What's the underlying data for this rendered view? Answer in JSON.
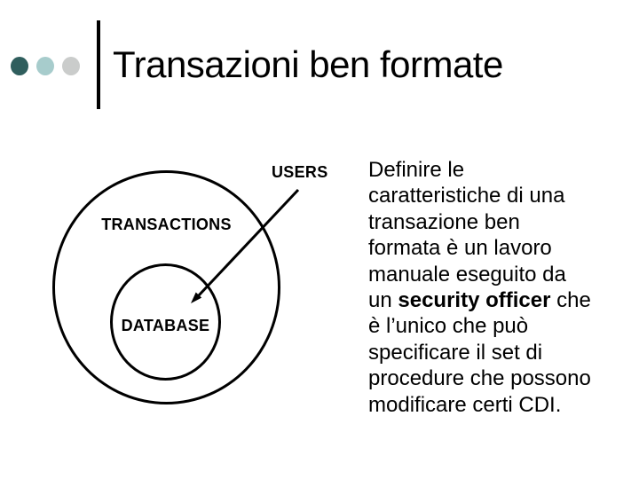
{
  "slide": {
    "background_color": "#FFFFFF",
    "title": "Transazioni ben formate",
    "title_color": "#000000",
    "decor_dots": [
      {
        "name": "dark-teal-dot",
        "color": "#2F5E5D"
      },
      {
        "name": "light-teal-dot",
        "color": "#A7CCCC"
      },
      {
        "name": "gray-dot",
        "color": "#CACCCB"
      }
    ]
  },
  "diagram": {
    "line_color": "#000000",
    "outer_circle_label": "TRANSACTIONS",
    "inner_circle_label": "DATABASE",
    "external_label": "USERS",
    "arrow": {
      "from": "USERS",
      "to": "DATABASE"
    }
  },
  "body": {
    "lines": [
      [
        {
          "t": "Definire le"
        }
      ],
      [
        {
          "t": "caratteristiche di una"
        }
      ],
      [
        {
          "t": "transazione ben"
        }
      ],
      [
        {
          "t": "formata è un lavoro"
        }
      ],
      [
        {
          "t": "manuale eseguito da"
        }
      ],
      [
        {
          "t": "un "
        },
        {
          "t": "security officer",
          "b": true
        },
        {
          "t": " che"
        }
      ],
      [
        {
          "t": "è l’unico che può"
        }
      ],
      [
        {
          "t": "specificare il set di"
        }
      ],
      [
        {
          "t": "procedure che possono"
        }
      ],
      [
        {
          "t": "modificare certi CDI."
        }
      ]
    ]
  }
}
